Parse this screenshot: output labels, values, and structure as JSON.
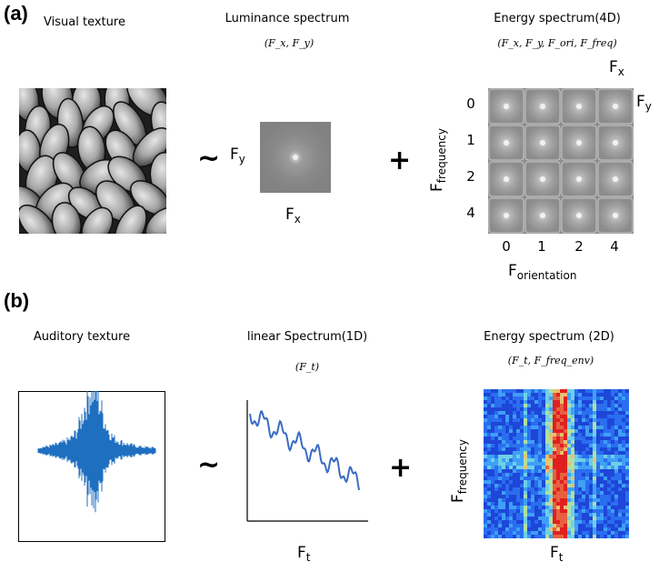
{
  "panel_a": {
    "label": "(a)",
    "visual_texture_title": "Visual texture",
    "luminance_title": "Luminance spectrum",
    "luminance_math": "(F_x, F_y)",
    "energy_title": "Energy spectrum(4D)",
    "energy_math": "(F_x, F_y, F_ori, F_freq)",
    "axis_fx": "F",
    "axis_fx_sub": "x",
    "axis_fy": "F",
    "axis_fy_sub": "y",
    "axis_frequency": "F",
    "axis_frequency_sub": "frequency",
    "axis_orientation": "F",
    "axis_orientation_sub": "orientation",
    "tilde": "~",
    "plus": "+",
    "row_ticks": [
      "0",
      "1",
      "2",
      "4"
    ],
    "col_ticks": [
      "0",
      "1",
      "2",
      "4"
    ]
  },
  "panel_b": {
    "label": "(b)",
    "auditory_title": "Auditory texture",
    "linear_title": "linear Spectrum(1D)",
    "linear_math": "(F_t)",
    "energy_title": "Energy spectrum (2D)",
    "energy_math": "(F_t, F_freq_env)",
    "axis_ft": "F",
    "axis_ft_sub": "t",
    "axis_frequency": "F",
    "axis_frequency_sub": "frequency",
    "tilde": "~",
    "plus": "+"
  },
  "colors": {
    "waveform": "#1f6fc0",
    "spectrum_line": "#3a6cc4",
    "grid_tile": "#9a9a9a"
  }
}
